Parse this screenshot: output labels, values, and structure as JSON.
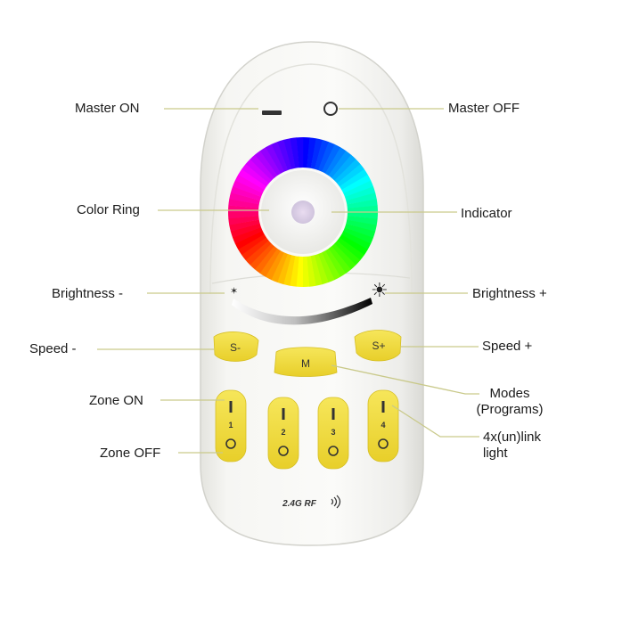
{
  "labels": {
    "master_on": "Master ON",
    "master_off": "Master OFF",
    "color_ring": "Color Ring",
    "indicator": "Indicator",
    "brightness_minus": "Brightness -",
    "brightness_plus": "Brightness +",
    "speed_minus": "Speed -",
    "speed_plus": "Speed +",
    "zone_on": "Zone ON",
    "zone_off": "Zone OFF",
    "modes_line1": "Modes",
    "modes_line2": "(Programs)",
    "link_line1": "4x(un)link",
    "link_line2": "light"
  },
  "buttons": {
    "speed_minus": "S-",
    "speed_plus": "S+",
    "mode": "M",
    "zones": [
      "1",
      "2",
      "3",
      "4"
    ]
  },
  "footer": {
    "rf_text": "2.4G RF"
  },
  "colors": {
    "remote_body": "#f2f2ee",
    "button_yellow": "#f1de3c",
    "leader_line": "#c9c98a"
  },
  "icons": [
    "minus-icon",
    "circle-off-icon",
    "sun-dim-icon",
    "sun-bright-icon",
    "wifi-icon"
  ]
}
